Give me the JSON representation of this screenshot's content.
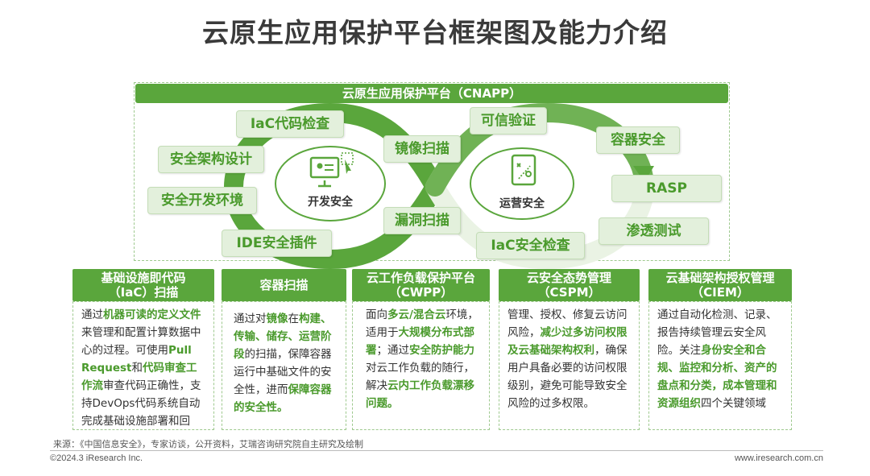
{
  "title": "云原生应用保护平台框架图及能力介绍",
  "platform_label": "云原生应用保护平台（CNAPP）",
  "hubs": {
    "dev": "开发安全",
    "ops": "运营安全"
  },
  "chips": {
    "iac_code_check": "IaC代码检查",
    "security_architecture": "安全架构设计",
    "secure_dev_env": "安全开发环境",
    "ide_plugin": "IDE安全插件",
    "image_scan": "镜像扫描",
    "vuln_scan": "漏洞扫描",
    "trusted_verify": "可信验证",
    "container_security": "容器安全",
    "rasp": "RASP",
    "pen_test": "渗透测试",
    "iac_security_check": "IaC安全检查"
  },
  "columns": [
    {
      "title_line1": "基础设施即代码",
      "title_line2": "（IaC）扫描",
      "body": [
        {
          "t": "通过",
          "h": false
        },
        {
          "t": "机器可读的定义文件",
          "h": true
        },
        {
          "t": "来管理和配置计算数据中心的过程。可使用",
          "h": false
        },
        {
          "t": "Pull Request",
          "h": true
        },
        {
          "t": "和",
          "h": false
        },
        {
          "t": "代码审查工作流",
          "h": true
        },
        {
          "t": "审查代码正确性，支持DevOps代码系统自动完成基础设施部署和回滚。",
          "h": false
        }
      ]
    },
    {
      "title_line1": "容器扫描",
      "title_line2": "",
      "body": [
        {
          "t": "通过对",
          "h": false
        },
        {
          "t": "镜像",
          "h": true
        },
        {
          "t": "在",
          "h": false
        },
        {
          "t": "构建、传输、储存、运营阶段",
          "h": true
        },
        {
          "t": "的扫描，保障容器运行中基础文件的安全性，进而",
          "h": false
        },
        {
          "t": "保障容器的安全性。",
          "h": true
        }
      ]
    },
    {
      "title_line1": "云工作负载保护平台",
      "title_line2": "（CWPP）",
      "body": [
        {
          "t": "面向",
          "h": false
        },
        {
          "t": "多云/混合云",
          "h": true
        },
        {
          "t": "环境，适用于",
          "h": false
        },
        {
          "t": "大规模分布式部署",
          "h": true
        },
        {
          "t": "；通过",
          "h": false
        },
        {
          "t": "安全防护能力",
          "h": true
        },
        {
          "t": "对云工作负载的随行，解决",
          "h": false
        },
        {
          "t": "云内工作负载漂移问题。",
          "h": true
        }
      ]
    },
    {
      "title_line1": "云安全态势管理",
      "title_line2": "（CSPM）",
      "body": [
        {
          "t": "管理、授权、修复云访问风险，",
          "h": false
        },
        {
          "t": "减少过多访问权限及云基础架构权利",
          "h": true
        },
        {
          "t": "，确保用户具备必要的访问权限级别，避免可能导致安全风险的过多权限。",
          "h": false
        }
      ]
    },
    {
      "title_line1": "云基础架构授权管理",
      "title_line2": "（CIEM）",
      "body": [
        {
          "t": "通过自动化检测、记录、报告持续管理云安全风险。关注",
          "h": false
        },
        {
          "t": "身份安全和合规、监控和分析、资产的盘点和分类，成本管理和资源组织",
          "h": true
        },
        {
          "t": "四个关键领域",
          "h": false
        }
      ]
    }
  ],
  "footer": {
    "source": "来源：《中国信息安全》，专家访谈，公开资料，艾瑞咨询研究院自主研究及绘制",
    "copyright": "©2024.3 iResearch Inc.",
    "website": "www.iresearch.com.cn"
  },
  "colors": {
    "brand_green": "#5aa63c",
    "chip_bg": "#e3f0dc",
    "loop_green": "#5aa63c",
    "loop_light": "#eaf3e4"
  }
}
